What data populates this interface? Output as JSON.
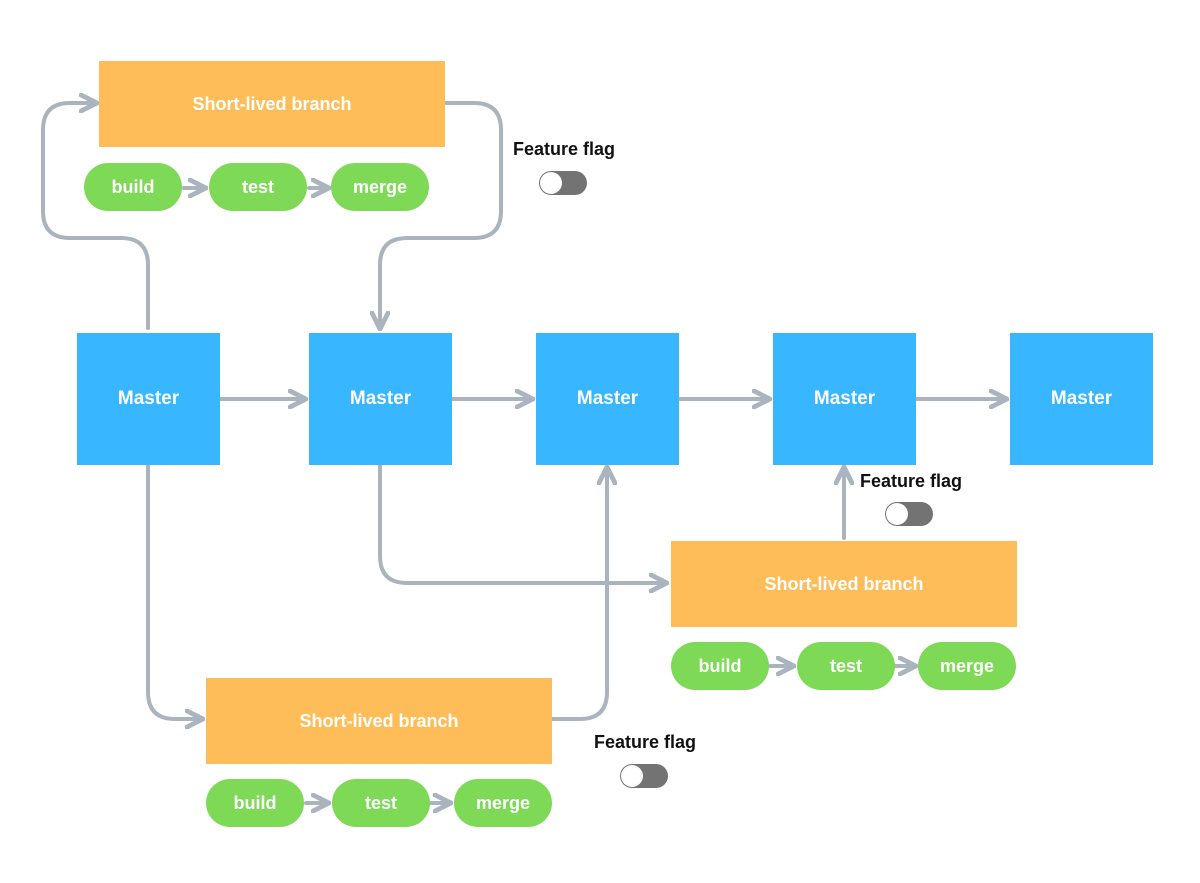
{
  "colors": {
    "master": "#38b6ff",
    "branch": "#ffbd59",
    "step": "#7ed957",
    "connector": "#aab4bf",
    "toggle_track": "#737373"
  },
  "masters": [
    "Master",
    "Master",
    "Master",
    "Master",
    "Master"
  ],
  "branches": [
    {
      "label": "Short-lived branch",
      "steps": [
        "build",
        "test",
        "merge"
      ],
      "flag": {
        "label": "Feature flag",
        "enabled": false
      }
    },
    {
      "label": "Short-lived branch",
      "steps": [
        "build",
        "test",
        "merge"
      ],
      "flag": {
        "label": "Feature flag",
        "enabled": false
      }
    },
    {
      "label": "Short-lived branch",
      "steps": [
        "build",
        "test",
        "merge"
      ],
      "flag": {
        "label": "Feature flag",
        "enabled": false
      }
    }
  ]
}
